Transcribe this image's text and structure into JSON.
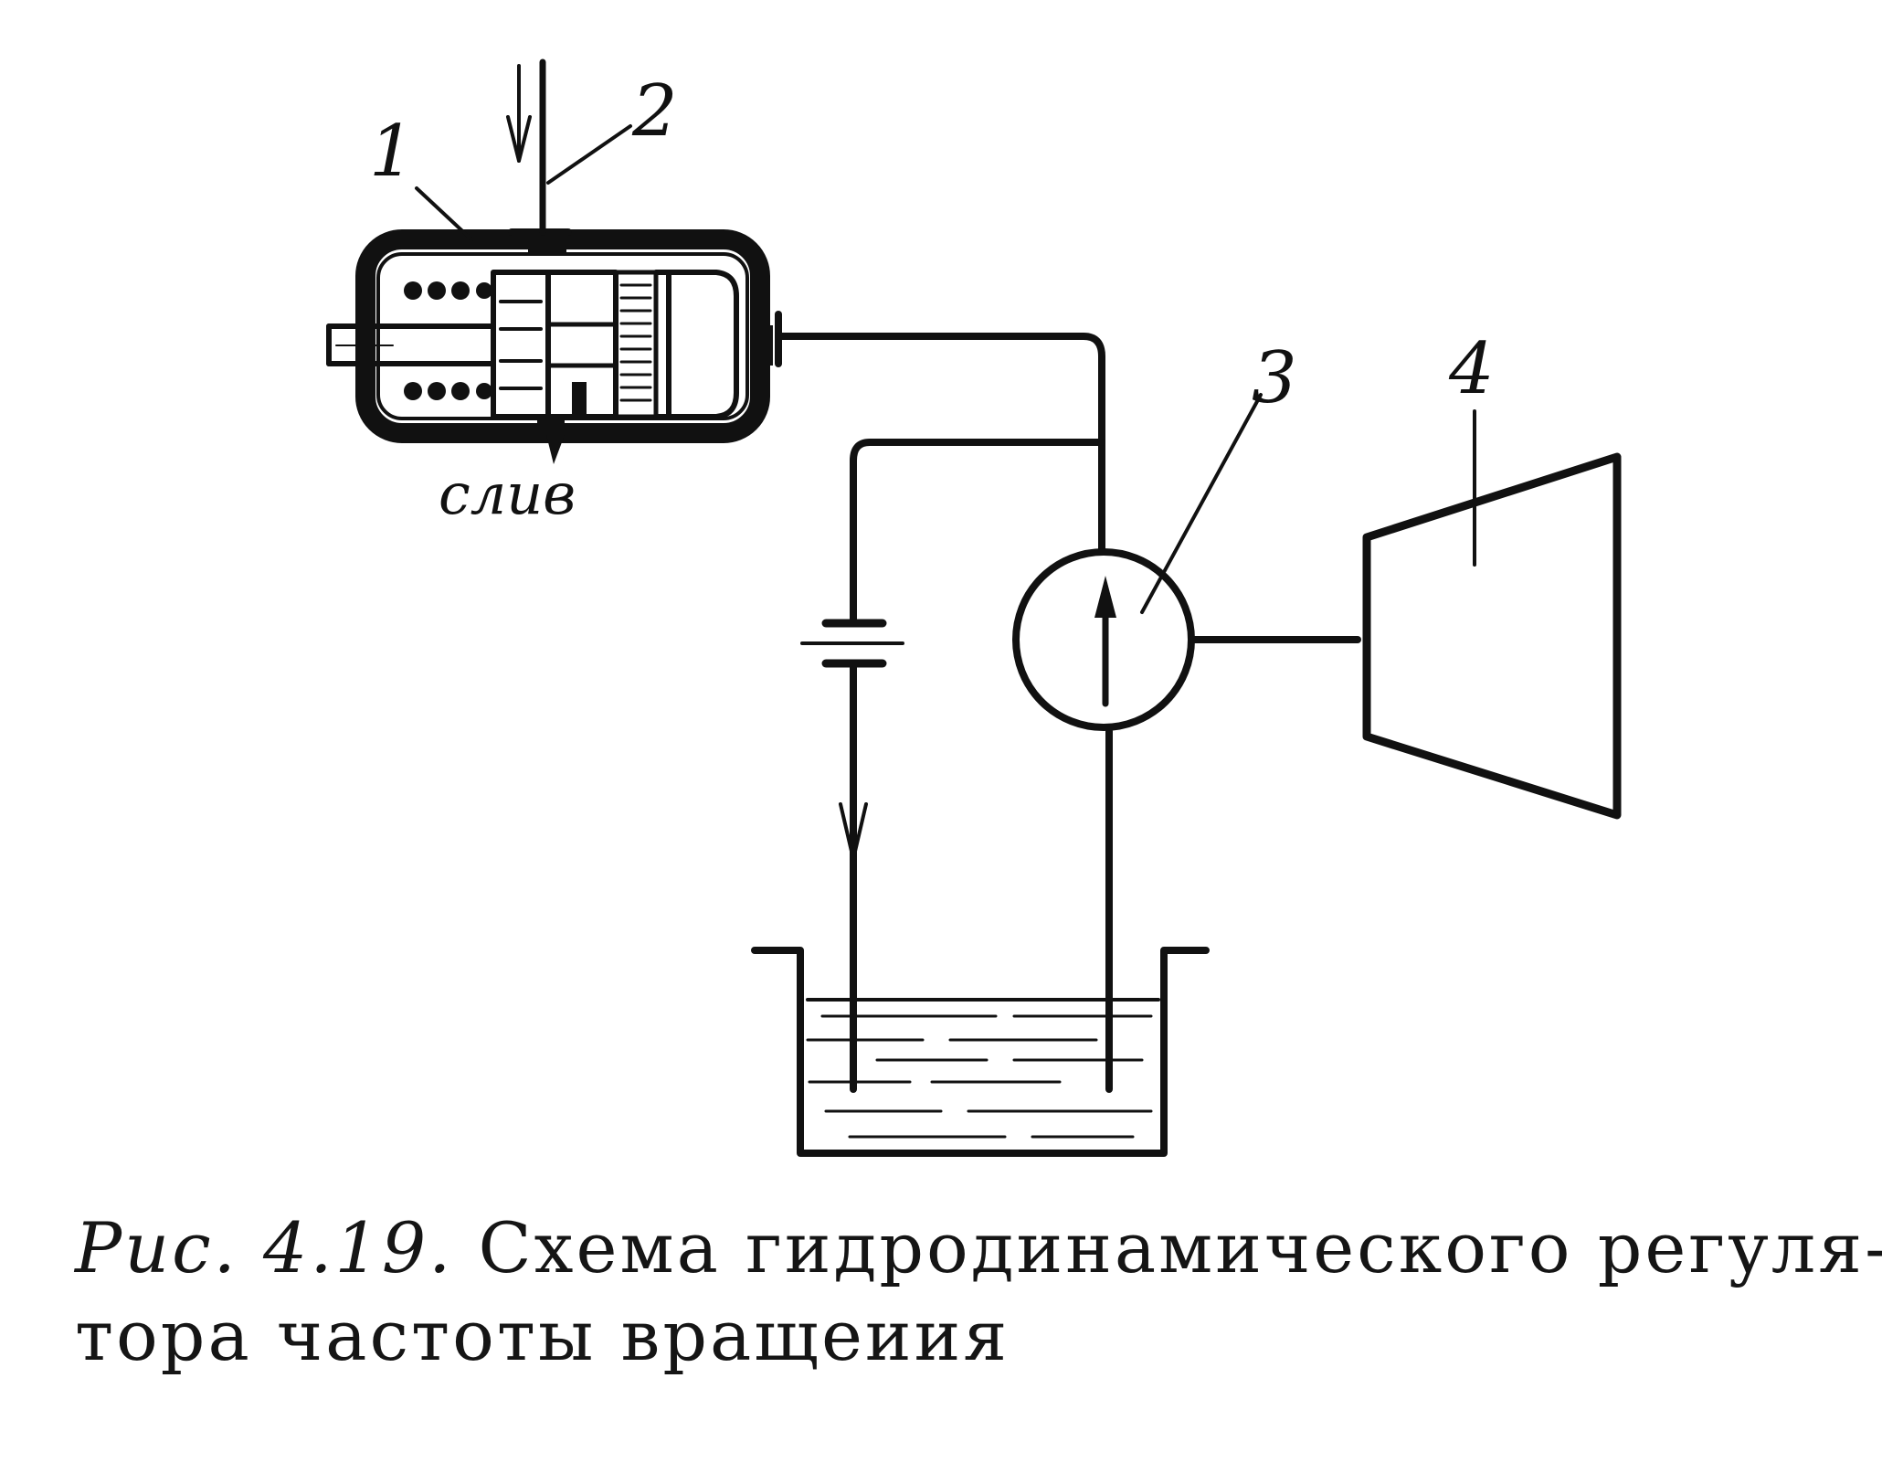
{
  "figure": {
    "labels": {
      "regulator": "1",
      "control_line": "2",
      "pump": "3",
      "turbine": "4",
      "drain": "слив"
    }
  },
  "caption": {
    "figure_number": "Рис. 4.19.",
    "line1_text": "Схема гидродинамического регуля-",
    "line2_text": "тора частоты вращеиия"
  }
}
